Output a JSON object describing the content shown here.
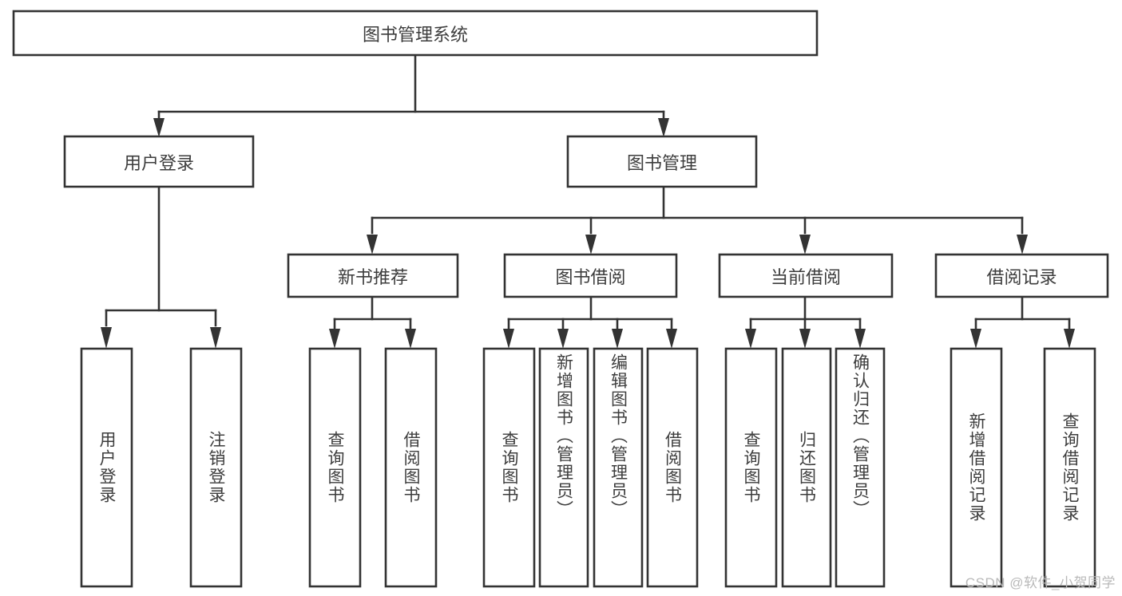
{
  "diagram": {
    "type": "tree-hierarchy",
    "title": "图书管理系统",
    "root": {
      "id": "root",
      "label": "图书管理系统",
      "orientation": "horizontal"
    },
    "level1": [
      {
        "id": "user-login",
        "label": "用户登录",
        "orientation": "horizontal"
      },
      {
        "id": "book-management",
        "label": "图书管理",
        "orientation": "horizontal"
      }
    ],
    "level2": [
      {
        "id": "new-book-recommend",
        "label": "新书推荐",
        "parent": "book-management",
        "orientation": "horizontal"
      },
      {
        "id": "book-borrow",
        "label": "图书借阅",
        "parent": "book-management",
        "orientation": "horizontal"
      },
      {
        "id": "current-borrow",
        "label": "当前借阅",
        "parent": "book-management",
        "orientation": "horizontal"
      },
      {
        "id": "borrow-record",
        "label": "借阅记录",
        "parent": "book-management",
        "orientation": "horizontal"
      }
    ],
    "leaves": [
      {
        "id": "leaf-user-login",
        "label": "用户登录",
        "parent": "user-login",
        "orientation": "vertical"
      },
      {
        "id": "leaf-logout-login",
        "label": "注销登录",
        "parent": "user-login",
        "orientation": "vertical"
      },
      {
        "id": "leaf-query-book-1",
        "label": "查询图书",
        "parent": "new-book-recommend",
        "orientation": "vertical"
      },
      {
        "id": "leaf-borrow-book-1",
        "label": "借阅图书",
        "parent": "new-book-recommend",
        "orientation": "vertical"
      },
      {
        "id": "leaf-query-book-2",
        "label": "查询图书",
        "parent": "book-borrow",
        "orientation": "vertical"
      },
      {
        "id": "leaf-add-book",
        "label": "新增图书（管理员）",
        "parent": "book-borrow",
        "orientation": "vertical"
      },
      {
        "id": "leaf-edit-book",
        "label": "编辑图书（管理员）",
        "parent": "book-borrow",
        "orientation": "vertical"
      },
      {
        "id": "leaf-borrow-book-2",
        "label": "借阅图书",
        "parent": "book-borrow",
        "orientation": "vertical"
      },
      {
        "id": "leaf-query-book-3",
        "label": "查询图书",
        "parent": "current-borrow",
        "orientation": "vertical"
      },
      {
        "id": "leaf-return-book",
        "label": "归还图书",
        "parent": "current-borrow",
        "orientation": "vertical"
      },
      {
        "id": "leaf-confirm-return",
        "label": "确认归还（管理员）",
        "parent": "current-borrow",
        "orientation": "vertical"
      },
      {
        "id": "leaf-add-record",
        "label": "新增借阅记录",
        "parent": "borrow-record",
        "orientation": "vertical"
      },
      {
        "id": "leaf-query-record",
        "label": "查询借阅记录",
        "parent": "borrow-record",
        "orientation": "vertical"
      }
    ],
    "colors": {
      "box_stroke": "#333333",
      "box_fill": "#ffffff",
      "text": "#3d3d3d",
      "connector": "#333333",
      "background": "#ffffff",
      "watermark": "#b9b9b9"
    }
  },
  "watermark": {
    "text": "CSDN @软件_小贺同学"
  }
}
